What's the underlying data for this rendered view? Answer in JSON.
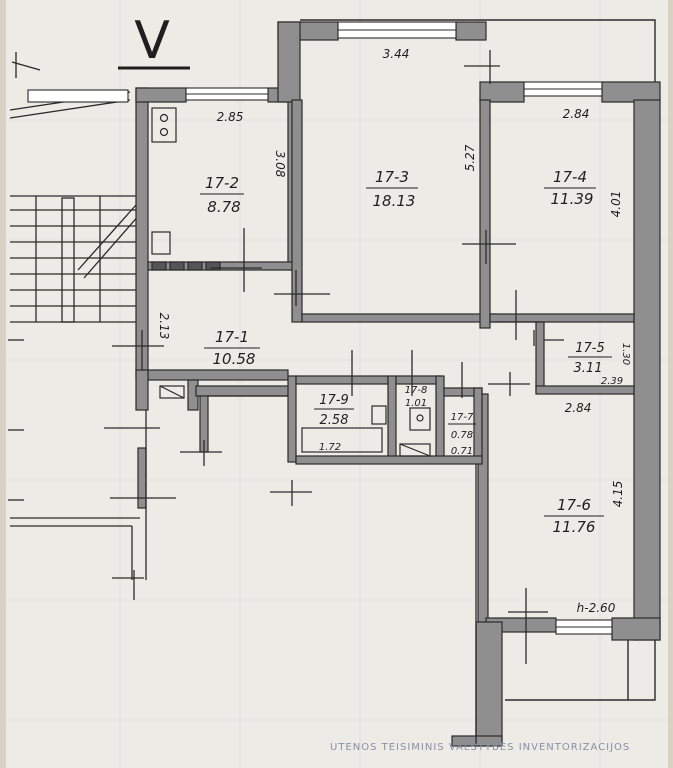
{
  "plan": {
    "section_mark": "V",
    "rooms": [
      {
        "id": "17-1",
        "area": "10.58"
      },
      {
        "id": "17-2",
        "area": "8.78"
      },
      {
        "id": "17-3",
        "area": "18.13"
      },
      {
        "id": "17-4",
        "area": "11.39"
      },
      {
        "id": "17-5",
        "area": "3.11"
      },
      {
        "id": "17-6",
        "area": "11.76"
      },
      {
        "id": "17-7",
        "area": "0.78"
      },
      {
        "id": "17-8",
        "area": "1.01"
      },
      {
        "id": "17-9",
        "area": "2.58"
      }
    ],
    "dimensions": {
      "r2_width": "2.85",
      "r2_depth": "3.08",
      "r3_width": "3.44",
      "r3_depth": "5.27",
      "r4_width": "2.84",
      "r4_depth": "4.01",
      "hall_width": "2.13",
      "r5_depth": "1.30",
      "r5_width": "2.39",
      "r6_width": "2.84",
      "r6_depth": "4.15",
      "r6_bottom": "h-2.60",
      "r9_width": "1.72",
      "r7_width": "0.71"
    },
    "stamp_text": "UTENOS TEISIMINIS VALSTYBES INVENTORIZACIJOS"
  },
  "colors": {
    "paper": "#ecebe6",
    "wall": "#8f8f8f",
    "line": "#2a2a2a"
  }
}
